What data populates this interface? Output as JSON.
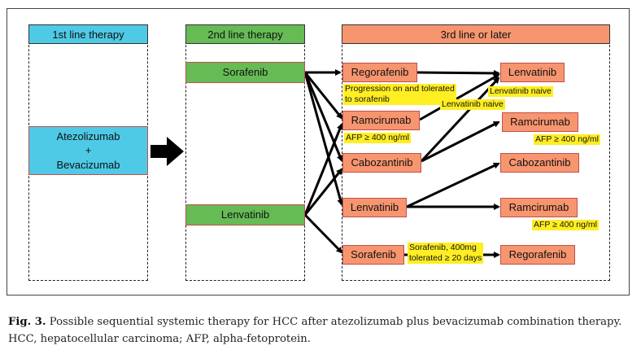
{
  "columns": {
    "first": {
      "header": "1st line therapy"
    },
    "second": {
      "header": "2nd line therapy"
    },
    "third": {
      "header": "3rd line or later"
    }
  },
  "nodes": {
    "first_line": {
      "line1": "Atezolizumab",
      "line2": "+",
      "line3": "Bevacizumab"
    },
    "second_sorafenib": "Sorafenib",
    "second_lenvatinib": "Lenvatinib",
    "third_regorafenib": "Regorafenib",
    "third_ramcirumab": "Ramcirumab",
    "third_cabozantinib": "Cabozantinib",
    "third_lenvatinib": "Lenvatinib",
    "third_sorafenib": "Sorafenib",
    "later_lenvatinib": "Lenvatinib",
    "later_ramcirumab_1": "Ramcirumab",
    "later_cabozantinib": "Cabozantinib",
    "later_ramcirumab_2": "Ramcirumab",
    "later_regorafenib": "Regorafenib"
  },
  "notes": {
    "progression_line1": "Progression on and tolerated",
    "progression_line2": "to sorafenib",
    "afp_1": "AFP ≥ 400 ng/ml",
    "lenvatinib_naive_1": "Lenvatinib naive",
    "lenvatinib_naive_2": "Lenvatinib naive",
    "afp_2": "AFP ≥ 400 ng/ml",
    "afp_3": "AFP ≥ 400 ng/ml",
    "sorafenib_tol_line1": "Sorafenib, 400mg",
    "sorafenib_tol_line2": "tolerated ≥ 20 days"
  },
  "caption": {
    "label": "Fig. 3.",
    "text": "Possible sequential systemic therapy for HCC after atezolizumab plus bevacizumab combination therapy. HCC, hepatocellular carcinoma; AFP, alpha-fetoprotein."
  },
  "colors": {
    "blue": "#4ec9e6",
    "green": "#66bb55",
    "orange": "#f7956f",
    "highlight": "#ffee22"
  }
}
